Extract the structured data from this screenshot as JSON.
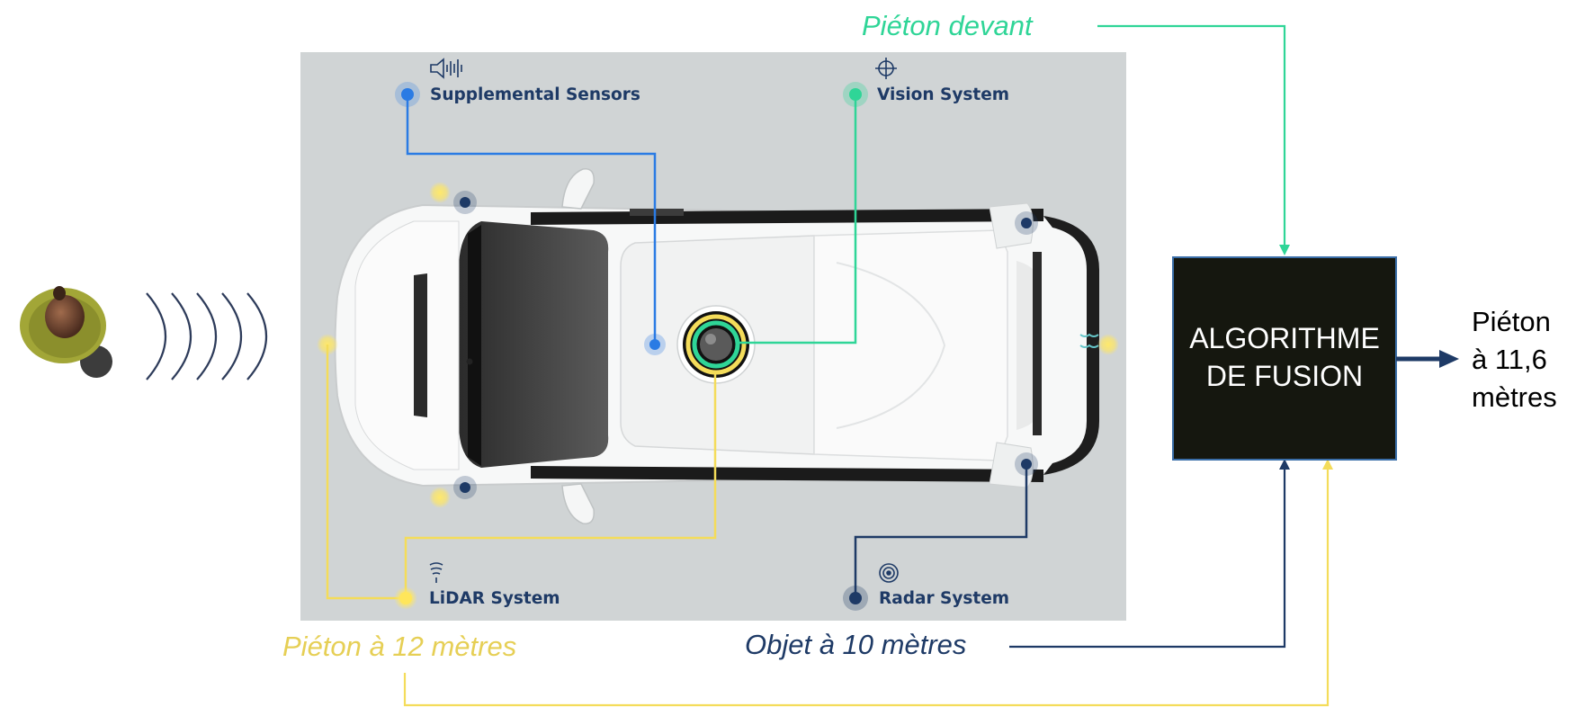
{
  "colors": {
    "vision": "#2fd597",
    "supplemental": "#2a7be4",
    "lidar": "#f4dc5a",
    "radar": "#1e3a66",
    "box_fill": "#15170f",
    "panel_bg": "#d0d4d5"
  },
  "sensors": {
    "supplemental": {
      "label": "Supplemental Sensors",
      "icon": "speaker-soundwave-icon"
    },
    "vision": {
      "label": "Vision System",
      "icon": "camera-target-icon"
    },
    "lidar": {
      "label": "LiDAR System",
      "icon": "lidar-signal-icon"
    },
    "radar": {
      "label": "Radar System",
      "icon": "radar-rings-icon"
    }
  },
  "detections": {
    "vision": "Piéton devant",
    "lidar": "Piéton à 12 mètres",
    "radar": "Objet à 10 mètres"
  },
  "fusion": {
    "line1": "ALGORITHME",
    "line2": "DE FUSION"
  },
  "output": {
    "line1": "Piéton",
    "line2": "à 11,6",
    "line3": "mètres"
  },
  "icons": {
    "pedestrian": "pedestrian-topview-icon",
    "waves": "signal-waves-icon",
    "car": "car-topview-icon"
  }
}
